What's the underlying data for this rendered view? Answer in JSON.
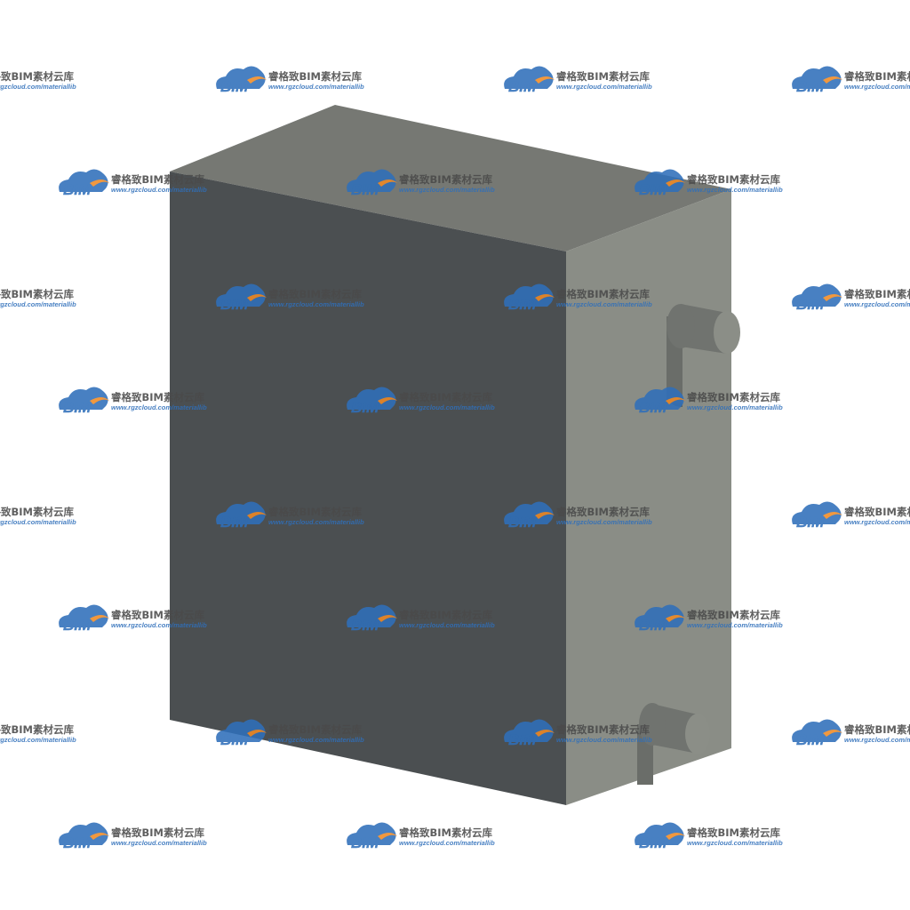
{
  "colors": {
    "background": "#ffffff",
    "front_face": "#4b4f51",
    "top_face": "#767873",
    "side_face": "#8a8d86",
    "pipe_body": "#70736f",
    "pipe_cap": "#8b8e87",
    "pipe_shadow": "#5e615d",
    "watermark_blue": "#2f6fba",
    "watermark_orange": "#f08a24",
    "watermark_text": "#4a4a4a"
  },
  "watermark": {
    "logo_text": "BIM",
    "brand_text": "睿格致BIM素材云库",
    "url_text": "www.rgzcloud.com/materiallib",
    "logo_icon": "cloud-bim-logo-icon"
  }
}
